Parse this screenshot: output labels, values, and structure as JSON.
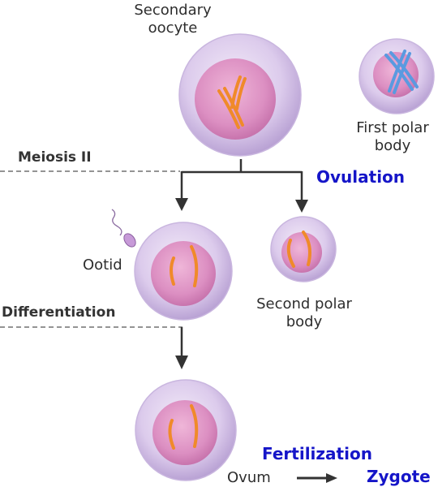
{
  "labels": {
    "secondary_oocyte": "Secondary\noocyte",
    "first_polar_body": "First polar\nbody",
    "meiosis_ii": "Meiosis II",
    "ovulation": "Ovulation",
    "ootid": "Ootid",
    "second_polar_body": "Second polar\nbody",
    "differentiation": "Differentiation",
    "fertilization": "Fertilization",
    "ovum": "Ovum",
    "zygote": "Zygote"
  },
  "colors": {
    "membrane": "#d9c6ea",
    "nucleus": "#d98fc0",
    "chromosome_orange": "#f08a2a",
    "chromosome_blue": "#5a9ae0",
    "process_blue": "#1515c8",
    "arrow": "#333333"
  }
}
